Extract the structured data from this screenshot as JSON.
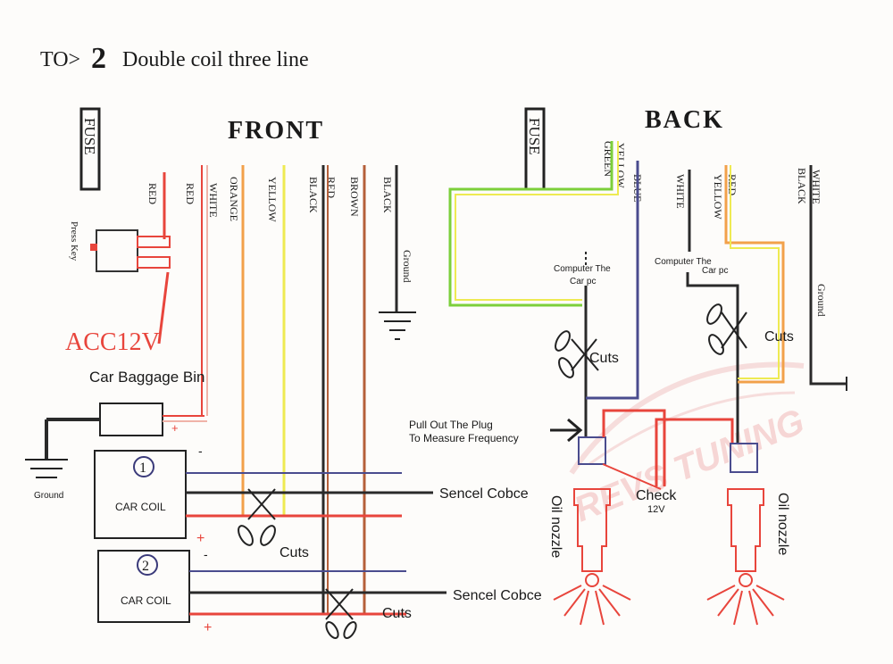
{
  "header": {
    "prefix": "TO>",
    "number": "2",
    "title": "Double coil three line"
  },
  "front": {
    "heading": "FRONT",
    "fuse_label": "FUSE",
    "wire_labels": [
      "RED",
      "RED",
      "WHITE",
      "ORANGE",
      "YELLOW",
      "BLACK",
      "RED",
      "BROWN",
      "BLACK"
    ],
    "ground_label": "Ground",
    "press_key": "Press Key",
    "acc_label": "ACC12V",
    "baggage_label": "Car Baggage Bin",
    "plus": "+",
    "minus": "-",
    "left_ground": "Ground",
    "coil1_number": "1",
    "coil1_label": "CAR COIL",
    "coil2_number": "2",
    "coil2_label": "CAR COIL",
    "sencel1": "Sencel Cobce",
    "sencel2": "Sencel Cobce",
    "cuts1": "Cuts",
    "cuts2": "Cuts"
  },
  "back": {
    "heading": "BACK",
    "fuse_label": "FUSE",
    "wire_labels": [
      "YELLOW",
      "GREEN",
      "BLUE",
      "WHITE",
      "YELLOW",
      "RED",
      "BLACK",
      "WHITE"
    ],
    "ground_label": "Ground",
    "computer1": [
      "Computer The",
      "Car pc"
    ],
    "computer2": [
      "Computer The",
      "Car pc"
    ],
    "cuts1": "Cuts",
    "cuts2": "Cuts",
    "pull_plug": [
      "Pull Out The Plug",
      "To Measure Frequency"
    ],
    "check": "Check",
    "check_voltage": "12V",
    "oil1": "Oil nozzle",
    "oil2": "Oil nozzle"
  },
  "watermark": "REVS TUNING",
  "colors": {
    "red": "#e8453c",
    "orange": "#f2a14a",
    "yellow": "#eeea52",
    "black": "#2a2a2a",
    "brown": "#b5603a",
    "blue": "#4a4c8e",
    "green": "#7ccf3a",
    "white_wire": "#f3c2b8",
    "watermark": "#f2c4c4"
  }
}
